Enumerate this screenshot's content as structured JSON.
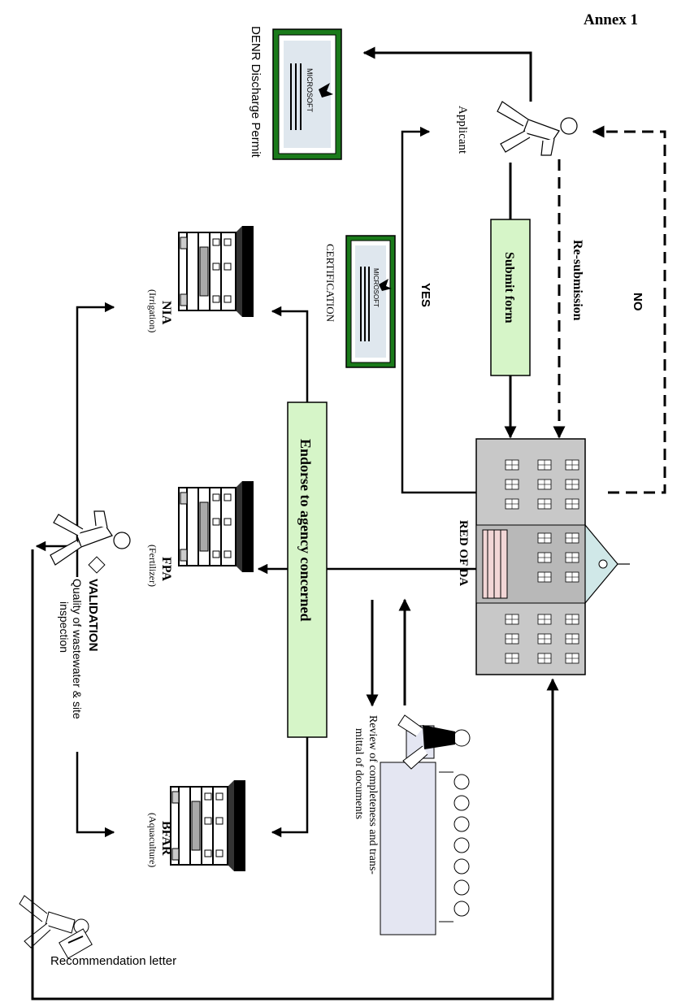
{
  "annex": "Annex 1",
  "nodes": {
    "applicant": "Applicant",
    "denr_permit": "DENR Discharge Permit",
    "certification": "CERTIFICATION",
    "certificate_text": "MICROSOFT",
    "submit_form": "Submit form",
    "red_of_da": "RED OF DA",
    "endorse": "Endorse to agency concerned",
    "nia": {
      "name": "NIA",
      "sub": "(Irrigation)"
    },
    "fpa": {
      "name": "FPA",
      "sub": "(Fertilizer)"
    },
    "bfar": {
      "name": "BFAR",
      "sub": "(Aquaculture)"
    },
    "review_line1": "Review of completeness and trans-",
    "review_line2": "mittal of documents",
    "validation": "VALIDATION",
    "validation_line1": "Quality of wastewater & site",
    "validation_line2": "inspection",
    "recommendation": "Recommendation letter"
  },
  "edges": {
    "yes": "YES",
    "no": "NO",
    "resubmission": "Re-submission"
  }
}
